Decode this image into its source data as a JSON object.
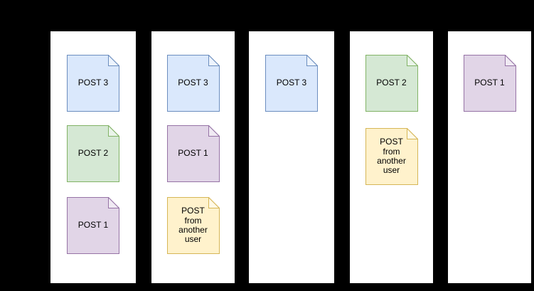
{
  "diagram": {
    "background_color": "#000000",
    "lane_color": "#FFFFFF",
    "text_color": "#000000",
    "palette": {
      "blue": {
        "fill": "#DAE8FC",
        "stroke": "#6C8EBF"
      },
      "green": {
        "fill": "#D5E8D4",
        "stroke": "#82B366"
      },
      "purple": {
        "fill": "#E1D5E7",
        "stroke": "#9673A6"
      },
      "yellow": {
        "fill": "#FFF2CC",
        "stroke": "#D6B656"
      }
    },
    "columns": [
      {
        "docs": [
          {
            "label": "POST 3",
            "color": "blue"
          },
          {
            "label": "POST 2",
            "color": "green"
          },
          {
            "label": "POST 1",
            "color": "purple"
          }
        ]
      },
      {
        "docs": [
          {
            "label": "POST 3",
            "color": "blue"
          },
          {
            "label": "POST 1",
            "color": "purple"
          },
          {
            "label": "POST\nfrom\nanother\nuser",
            "color": "yellow"
          }
        ]
      },
      {
        "docs": [
          {
            "label": "POST 3",
            "color": "blue"
          }
        ]
      },
      {
        "docs": [
          {
            "label": "POST 2",
            "color": "green"
          },
          {
            "label": "POST\nfrom\nanother\nuser",
            "color": "yellow"
          }
        ]
      },
      {
        "docs": [
          {
            "label": "POST 1",
            "color": "purple"
          }
        ]
      }
    ]
  }
}
